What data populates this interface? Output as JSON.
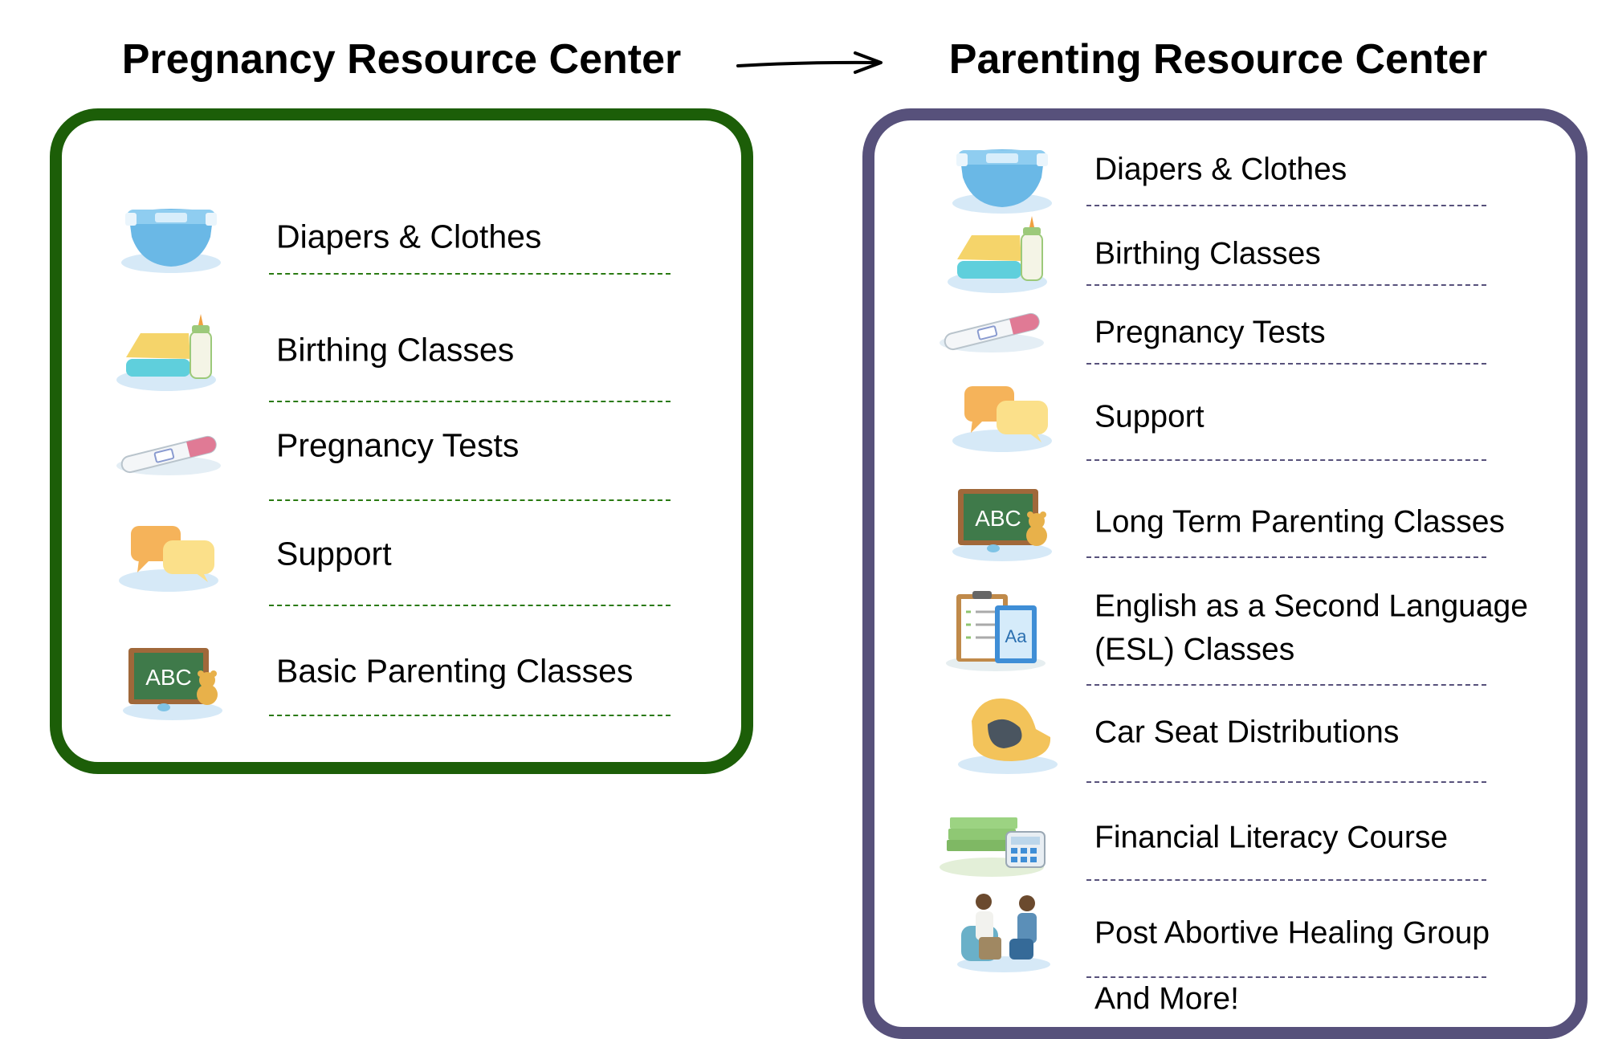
{
  "left": {
    "title": "Pregnancy Resource Center",
    "border_color": "#1c5e08",
    "items": [
      {
        "label": "Diapers & Clothes",
        "icon": "diaper-icon"
      },
      {
        "label": "Birthing Classes",
        "icon": "blanket-bottle-icon"
      },
      {
        "label": "Pregnancy Tests",
        "icon": "pregnancy-test-icon"
      },
      {
        "label": "Support",
        "icon": "speech-bubbles-icon"
      },
      {
        "label": "Basic Parenting Classes",
        "icon": "chalkboard-teddy-icon"
      }
    ]
  },
  "right": {
    "title": "Parenting Resource Center",
    "border_color": "#57517b",
    "items": [
      {
        "label": "Diapers & Clothes",
        "icon": "diaper-icon"
      },
      {
        "label": "Birthing Classes",
        "icon": "blanket-bottle-icon"
      },
      {
        "label": "Pregnancy Tests",
        "icon": "pregnancy-test-icon"
      },
      {
        "label": "Support",
        "icon": "speech-bubbles-icon"
      },
      {
        "label": "Long Term Parenting Classes",
        "icon": "chalkboard-teddy-icon"
      },
      {
        "label": "English as a Second Language",
        "label2": "(ESL) Classes",
        "icon": "clipboard-book-icon"
      },
      {
        "label": "Car Seat Distributions",
        "icon": "car-seat-icon"
      },
      {
        "label": "Financial Literacy Course",
        "icon": "money-calculator-icon"
      },
      {
        "label": "Post Abortive Healing Group",
        "icon": "counseling-icon"
      }
    ],
    "footer": "And More!"
  },
  "icons": {
    "chalkboard_text": "ABC",
    "book_text": "Aa"
  }
}
